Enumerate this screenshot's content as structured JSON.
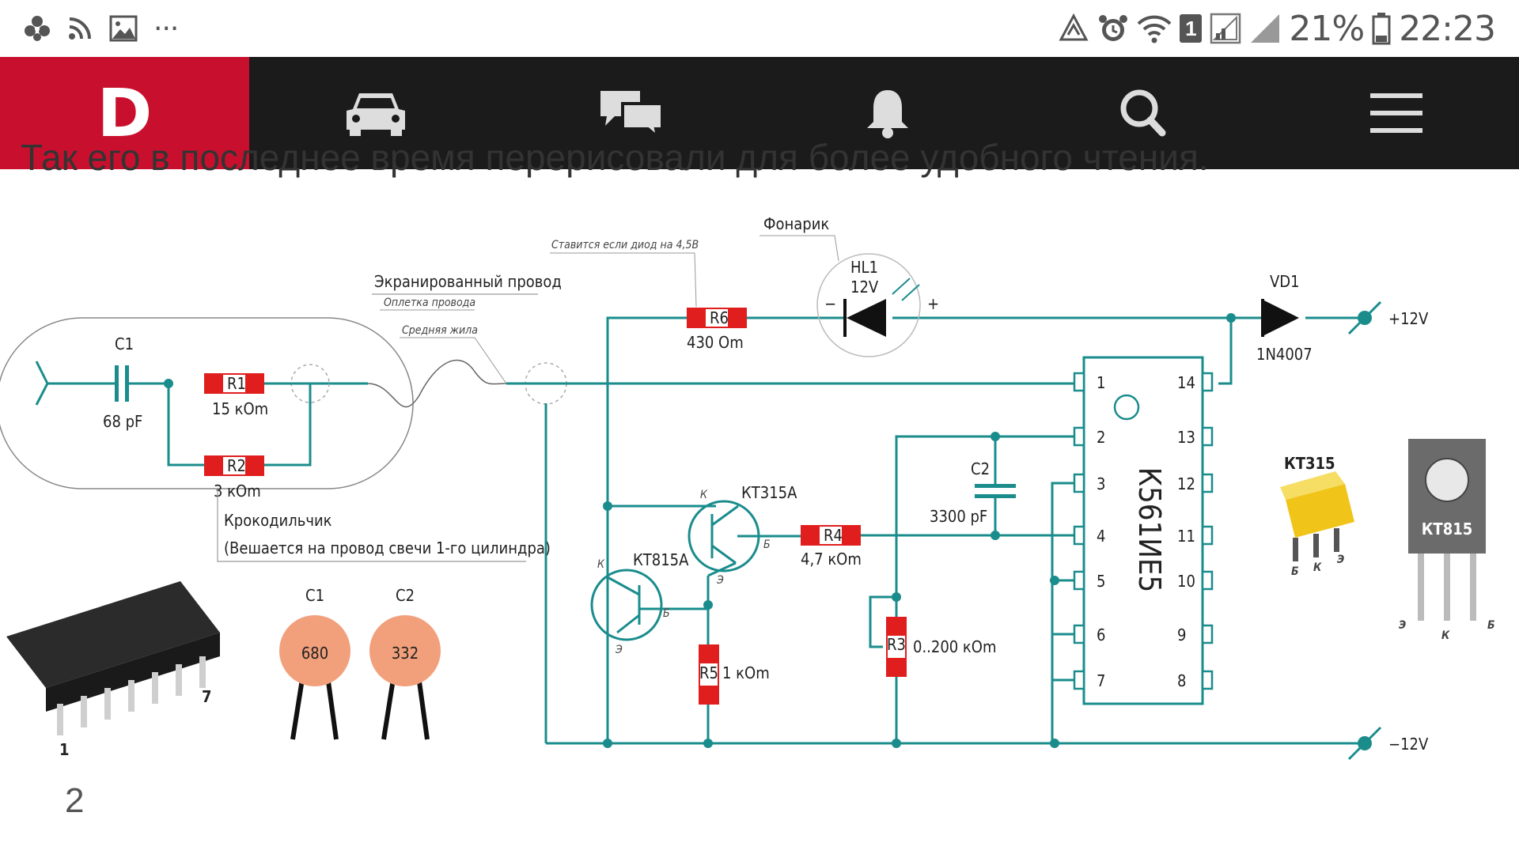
{
  "status_bar": {
    "icons_left": [
      "fan-icon",
      "rss-icon",
      "image-icon",
      "more-icon"
    ],
    "more_label": "···",
    "icons_right": [
      "data-saver-icon",
      "alarm-icon",
      "wifi-icon",
      "sim-icon",
      "signal-icon",
      "signal2-icon",
      "battery-icon"
    ],
    "sim_number": "1",
    "battery": "21%",
    "time": "22:23"
  },
  "app_bar": {
    "logo": "D",
    "brand_color": "#c8102e",
    "bar_color": "#1b1b1b",
    "nav": [
      "car-icon",
      "chat-icon",
      "bell-icon",
      "search-icon",
      "menu-icon"
    ]
  },
  "article": {
    "peek_text": "Так его в последнее время перерисовали для более удобного чтения.",
    "page_number": "2"
  },
  "schematic": {
    "labels": {
      "note_r6": "Ставится если диод на 4,5В",
      "flashlight": "Фонарик",
      "hl1": "HL1",
      "hl1_v": "12V",
      "shielded": "Экранированный провод",
      "braid": "Оплетка провода",
      "core": "Средняя жила",
      "vd1": "VD1",
      "diode": "1N4007",
      "plus12": "+12V",
      "minus12": "−12V",
      "c1": "C1",
      "c1_val": "68 pF",
      "r1": "R1",
      "r1_val": "15 кОm",
      "r2": "R2",
      "r2_val": "3 кОm",
      "r6": "R6",
      "r6_val": "430 Оm",
      "clip": "Крокодильчик",
      "clip_note": "(Вешается на провод свечи 1-го цилиндра)",
      "c2": "C2",
      "c2_val": "3300 pF",
      "q1": "КТ315А",
      "q2": "КТ815А",
      "r4": "R4",
      "r4_val": "4,7 кОm",
      "r5": "R5",
      "r5_val": "1 кОm",
      "r3": "R3",
      "r3_val": "0..200 кОm",
      "chip": "К561ИЕ5",
      "pk": "К",
      "pb": "Б",
      "pe": "Э",
      "plus": "+",
      "minus": "−",
      "kt315": "КТ315",
      "kt815": "КТ815",
      "cap1_label": "C1",
      "cap1_code": "680",
      "cap2_label": "C2",
      "cap2_code": "332",
      "ic_pin1": "1",
      "ic_pin7": "7"
    },
    "pins_left": [
      "1",
      "2",
      "3",
      "4",
      "5",
      "6",
      "7"
    ],
    "pins_right": [
      "14",
      "13",
      "12",
      "11",
      "10",
      "9",
      "8"
    ],
    "wire_color": "#1a8c8c",
    "resistor_color": "#e01e1e",
    "capacitor_color": "#f2a07b"
  }
}
